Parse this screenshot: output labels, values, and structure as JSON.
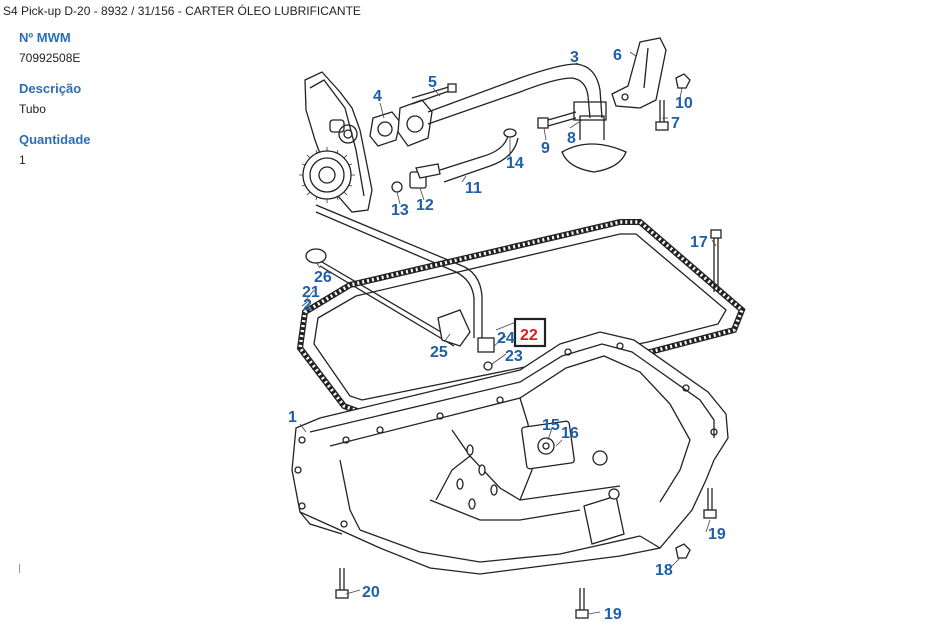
{
  "header": {
    "title": "S4 Pick-up D-20 - 8932  /  31/156 - CARTER ÓLEO LUBRIFICANTE"
  },
  "details": {
    "mwm_label": "Nº MWM",
    "mwm_value": "70992508E",
    "desc_label": "Descrição",
    "desc_value": "Tubo",
    "qty_label": "Quantidade",
    "qty_value": "1"
  },
  "diagram": {
    "highlighted_callout": "22",
    "highlight_color": "#e01b1b",
    "callout_color": "#1f5fa8",
    "callouts": {
      "c1": "1",
      "c2": "2",
      "c3": "3",
      "c4": "4",
      "c5": "5",
      "c6": "6",
      "c7": "7",
      "c8": "8",
      "c9": "9",
      "c10": "10",
      "c11": "11",
      "c12": "12",
      "c13": "13",
      "c14": "14",
      "c15": "15",
      "c16": "16",
      "c17": "17",
      "c18": "18",
      "c19a": "19",
      "c19b": "19",
      "c20": "20",
      "c21": "21",
      "c22": "22",
      "c23": "23",
      "c24": "24",
      "c25": "25",
      "c26": "26"
    }
  }
}
